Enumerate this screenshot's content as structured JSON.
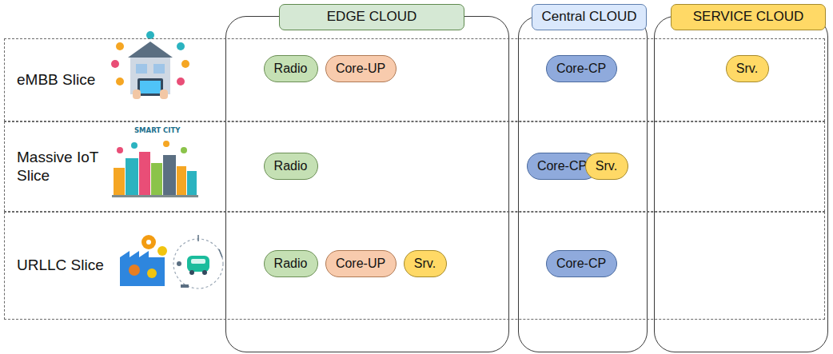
{
  "diagram": {
    "nodes": [
      {
        "text": [
          "EDGE CLOUD"
        ]
      },
      {
        "text": [
          "Central CLOUD"
        ]
      },
      {
        "text": [
          "SERVICE CLOUD"
        ]
      },
      {
        "text": [
          "eMBB Slice"
        ]
      },
      {
        "text": [
          "Massive IoT Slice"
        ]
      },
      {
        "text": [
          "URLLC Slice"
        ]
      },
      {
        "text": [
          "Radio"
        ],
        "in": 0
      },
      {
        "text": [
          "Core-UP"
        ],
        "in": 0
      },
      {
        "text": [
          "Core-CP"
        ],
        "in": 1
      },
      {
        "text": [
          "Srv."
        ],
        "in": 2
      },
      {
        "text": [
          "Radio"
        ],
        "in": 0
      },
      {
        "text": [
          "Core-CP"
        ],
        "in": 1
      },
      {
        "text": [
          "Srv."
        ],
        "in": 1
      },
      {
        "text": [
          "Radio"
        ],
        "in": 0
      },
      {
        "text": [
          "Core-UP"
        ],
        "in": 0
      },
      {
        "text": [
          "Srv."
        ],
        "in": 0
      },
      {
        "text": [
          "Core-CP"
        ],
        "in": 1
      }
    ],
    "labels": [
      "SMART CITY"
    ]
  }
}
